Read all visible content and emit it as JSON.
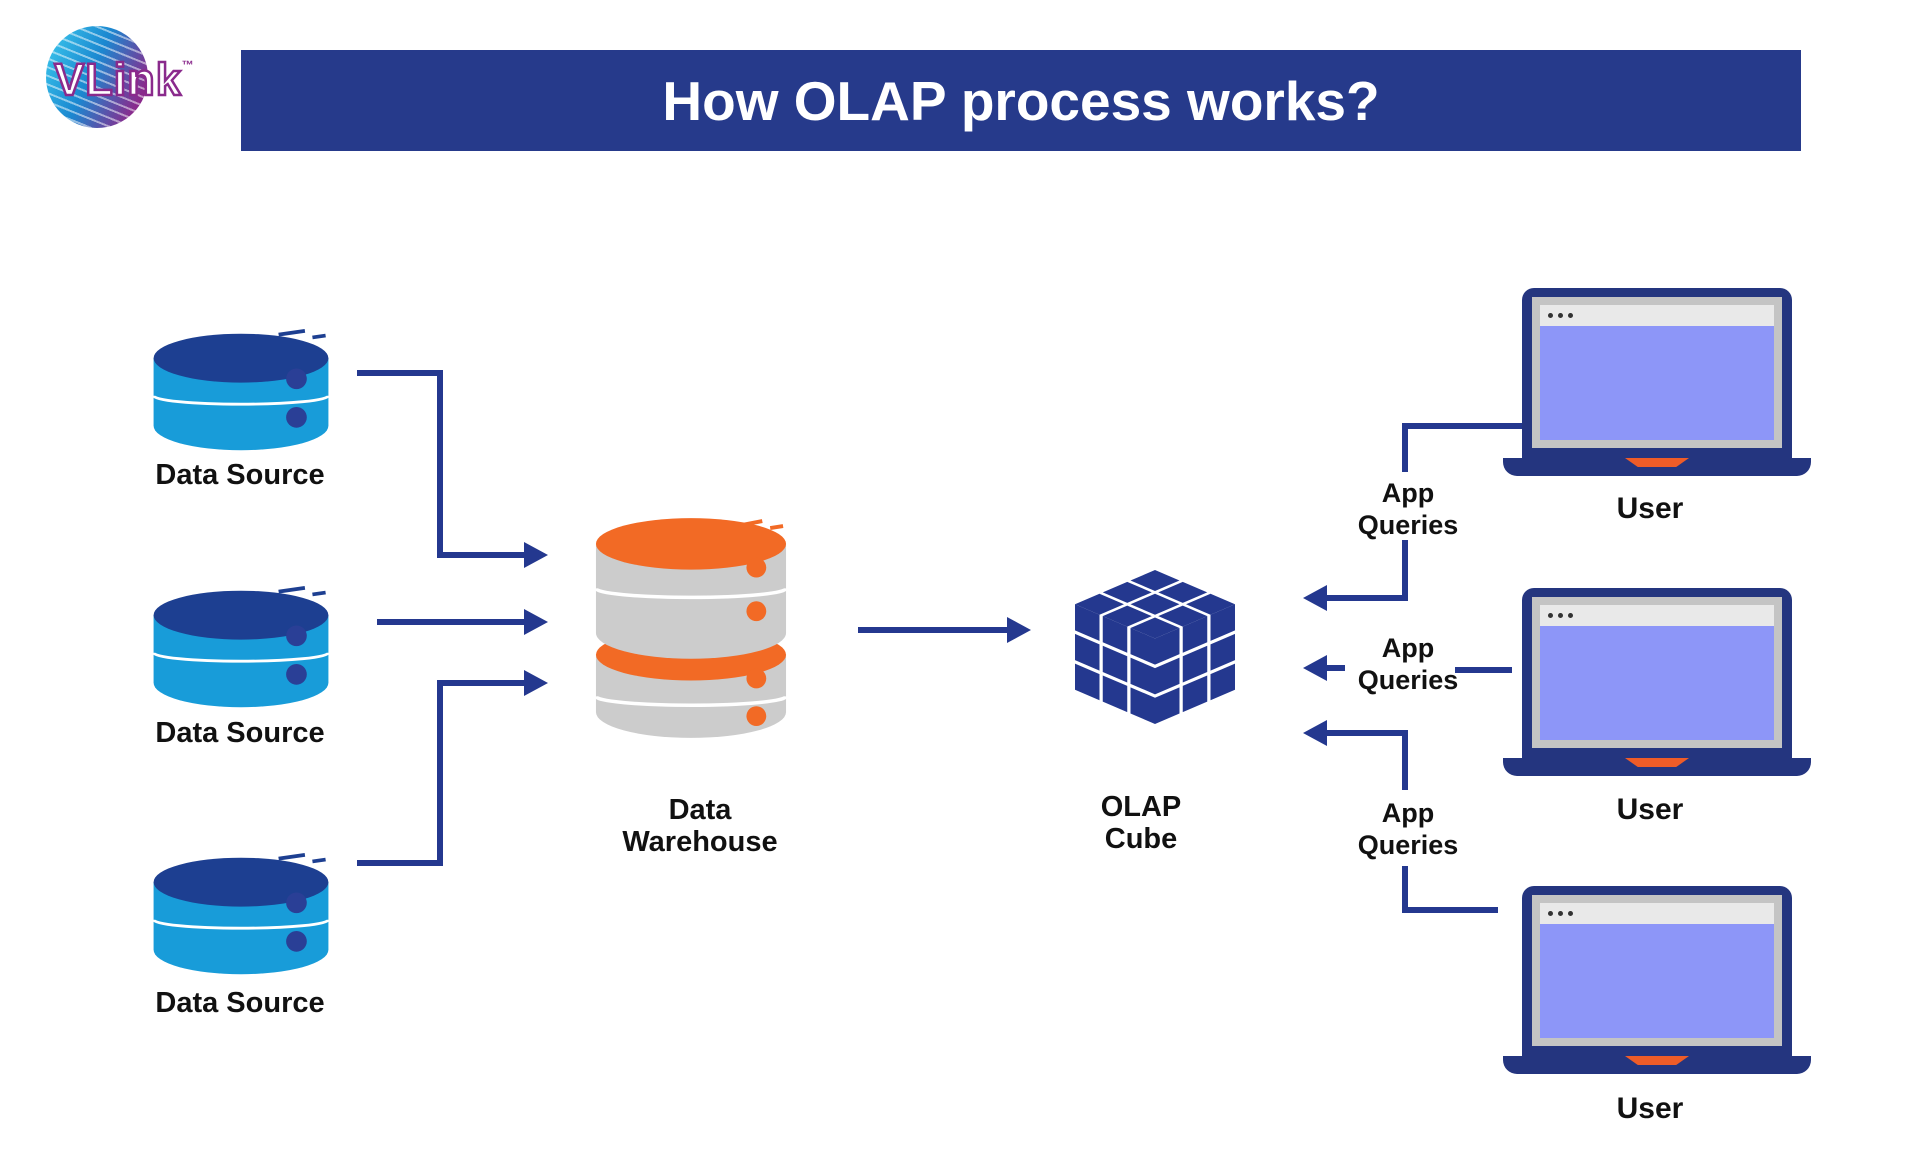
{
  "title": "How OLAP process works?",
  "logo": {
    "brand": "VLink",
    "tm": "™"
  },
  "nodes": {
    "data_sources": [
      {
        "label": "Data Source"
      },
      {
        "label": "Data Source"
      },
      {
        "label": "Data Source"
      }
    ],
    "warehouse": {
      "line1": "Data",
      "line2": "Warehouse"
    },
    "cube": {
      "line1": "OLAP",
      "line2": "Cube"
    },
    "users": [
      {
        "label": "User"
      },
      {
        "label": "User"
      },
      {
        "label": "User"
      }
    ]
  },
  "edges": {
    "app_queries": [
      {
        "line1": "App",
        "line2": "Queries"
      },
      {
        "line1": "App",
        "line2": "Queries"
      },
      {
        "line1": "App",
        "line2": "Queries"
      }
    ]
  },
  "colors": {
    "banner_navy": "#263a8b",
    "arrow_navy": "#24388f",
    "database_blue": "#189cd9",
    "database_top_navy": "#1d3f91",
    "warehouse_gray": "#cccccc",
    "accent_orange": "#f26a25",
    "laptop_navy": "#24357f",
    "laptop_screen_lavender": "#8d96f8",
    "laptop_notch_orange": "#ee5c28",
    "label_black": "#111111"
  }
}
